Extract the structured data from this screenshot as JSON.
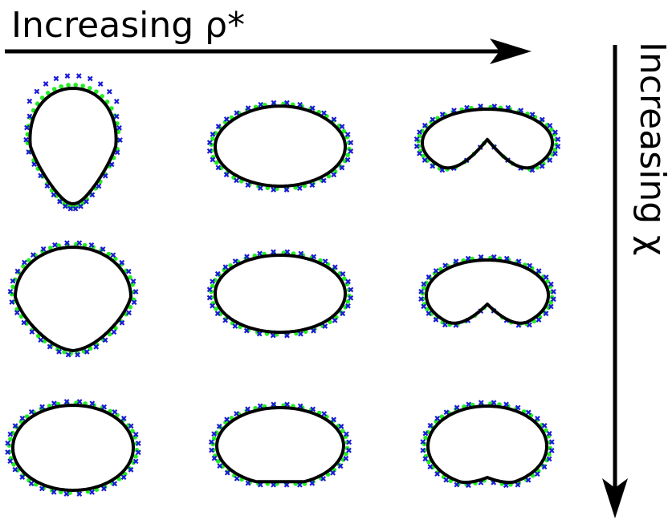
{
  "labels": {
    "x_axis": "Increasing ρ*",
    "y_axis": "Increasing χ"
  },
  "colors": {
    "outline": "#000000",
    "dot_marker": "#22ee22",
    "cross_marker": "#1a1ad6",
    "arrow": "#000000"
  },
  "grid": {
    "rows": 3,
    "columns": 3
  },
  "legend_markers": [
    "green-dot",
    "blue-cross"
  ],
  "shapes": [
    {
      "row": 1,
      "col": 1,
      "kind": "teardrop"
    },
    {
      "row": 1,
      "col": 2,
      "kind": "lens"
    },
    {
      "row": 1,
      "col": 3,
      "kind": "bean"
    },
    {
      "row": 2,
      "col": 1,
      "kind": "rounded-triangle"
    },
    {
      "row": 2,
      "col": 2,
      "kind": "ellipse"
    },
    {
      "row": 2,
      "col": 3,
      "kind": "kidney"
    },
    {
      "row": 3,
      "col": 1,
      "kind": "ellipse"
    },
    {
      "row": 3,
      "col": 2,
      "kind": "dome"
    },
    {
      "row": 3,
      "col": 3,
      "kind": "dimpled-dome"
    }
  ]
}
